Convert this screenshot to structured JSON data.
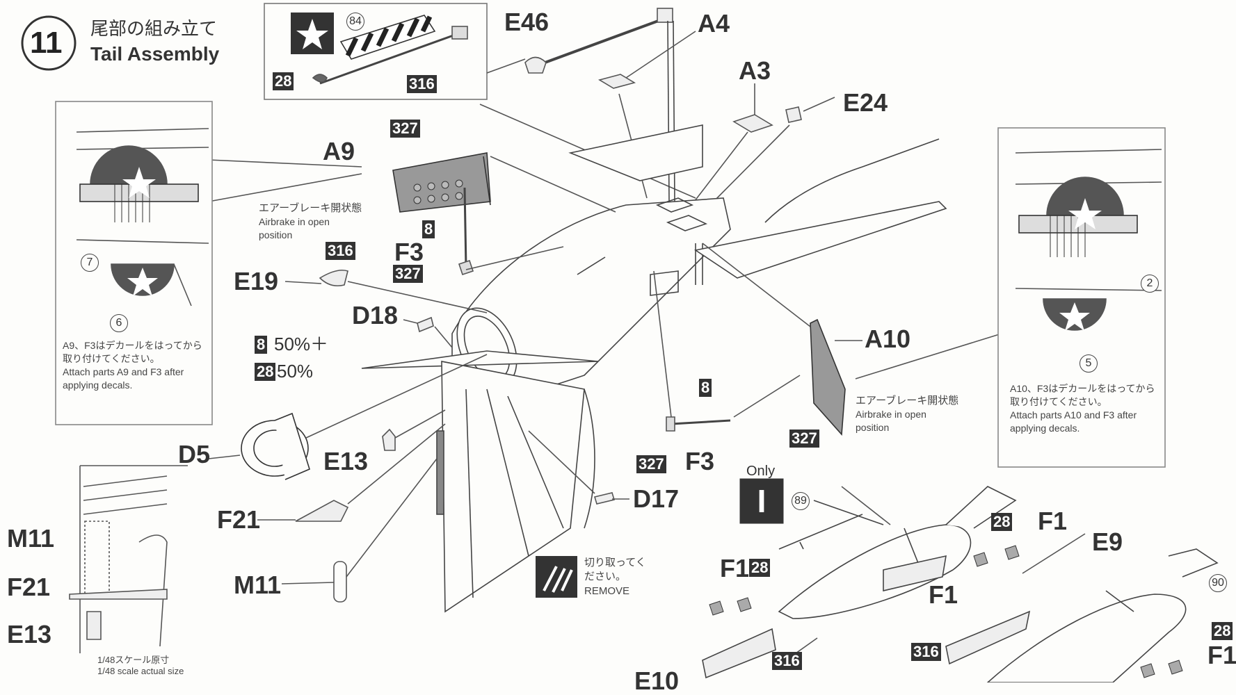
{
  "header": {
    "step_number": "11",
    "title_ja": "尾部の組み立て",
    "title_en": "Tail Assembly"
  },
  "part_labels": {
    "e46": "E46",
    "a4": "A4",
    "a3": "A3",
    "e24": "E24",
    "a9": "A9",
    "f3_top": "F3",
    "e19": "E19",
    "d18": "D18",
    "d5": "D5",
    "e13": "E13",
    "f21": "F21",
    "m11": "M11",
    "d17": "D17",
    "f3_mid": "F3",
    "a10": "A10",
    "f1_a": "F1",
    "f1_b": "F1",
    "f1_c": "F1",
    "f1_d": "F1",
    "e9": "E9",
    "e_bottom": "E10",
    "inset_m11": "M11",
    "inset_f21": "F21",
    "inset_e13": "E13"
  },
  "paint_codes": {
    "c28_inset": "28",
    "c316_inset": "316",
    "c327_a9": "327",
    "c8_top": "8",
    "c327_f3": "327",
    "c316_e19": "316",
    "c8_mix": "8",
    "c28_mix": "28",
    "c8_mid": "8",
    "c327_mid": "327",
    "c327_a10": "327",
    "c28_f1": "28",
    "c28_f1b": "28",
    "c316_bottom": "316",
    "c316_right": "316",
    "c28_right": "28"
  },
  "decal_numbers": {
    "d84": "84",
    "d7": "7",
    "d6": "6",
    "d2": "2",
    "d5": "5",
    "d89": "89",
    "d90": "90"
  },
  "mix": {
    "line1_suffix": "50%＋",
    "line2_suffix": "50%"
  },
  "left_panel": {
    "note_ja": "A9、F3はデカールをはってから取り付けてください。",
    "note_en": "Attach parts A9 and F3 after applying decals."
  },
  "right_panel": {
    "note_ja": "A10、F3はデカールをはってから取り付けてください。",
    "note_en": "Attach parts A10 and F3 after applying decals."
  },
  "airbrake_left": {
    "ja": "エアーブレーキ開状態",
    "en": "Airbrake in open position"
  },
  "airbrake_right": {
    "ja": "エアーブレーキ開状態",
    "en": "Airbrake in open position"
  },
  "remove_note": {
    "ja": "切り取ってください。",
    "en": "REMOVE"
  },
  "scale_note": {
    "ja": "1/48スケール原寸",
    "en": "1/48 scale actual size"
  },
  "only_label": "Only",
  "only_badge": "I"
}
